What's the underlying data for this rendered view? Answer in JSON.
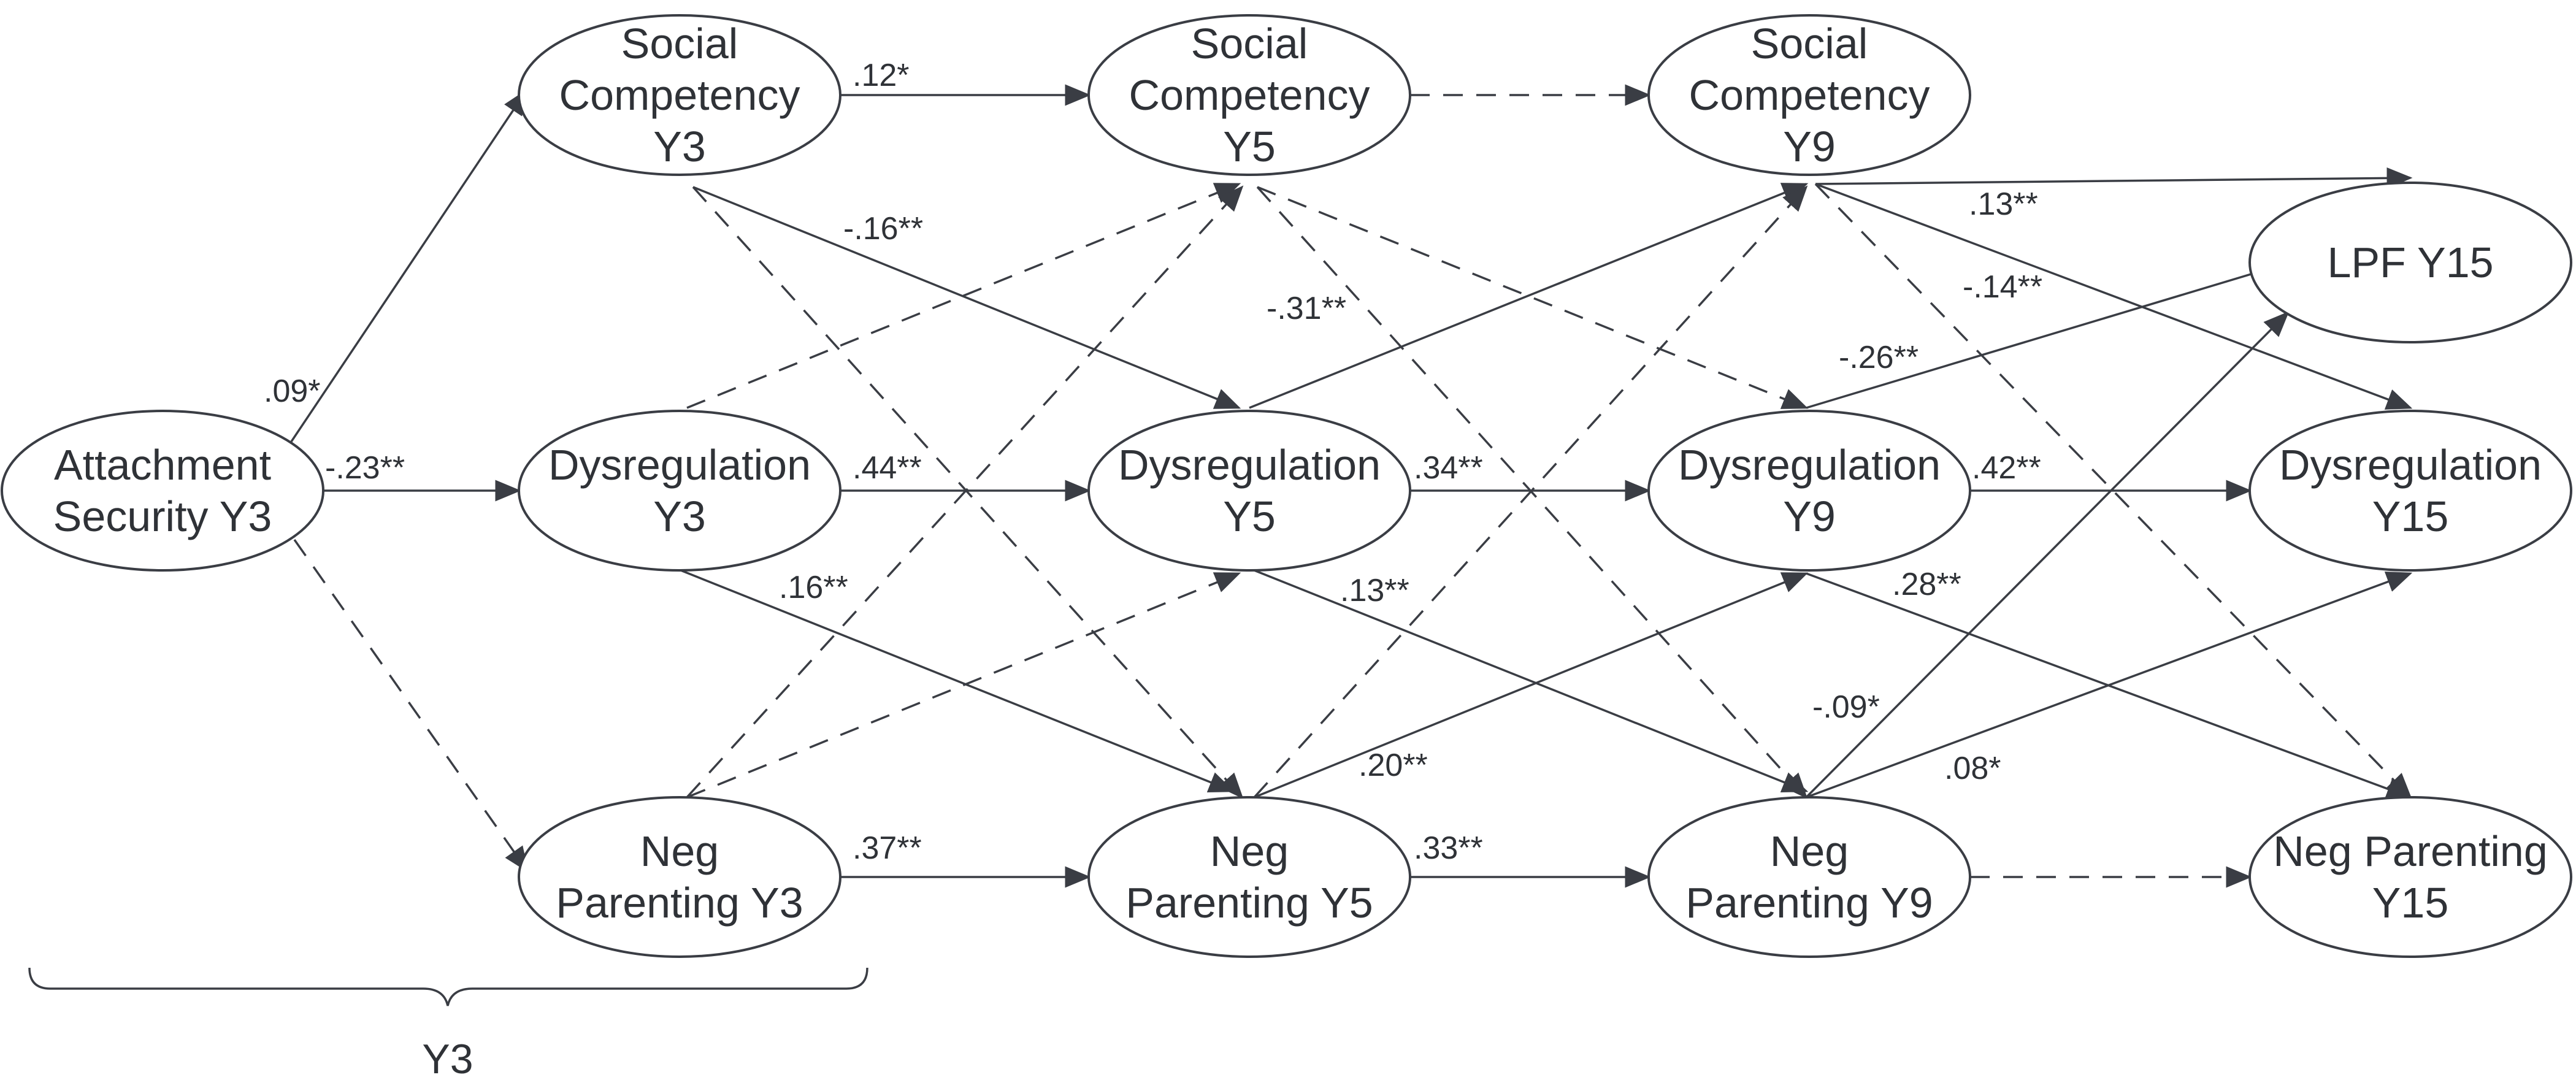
{
  "nodes": {
    "attach_y3": {
      "lines": [
        "Attachment",
        "Security Y3"
      ]
    },
    "sc_y3": {
      "lines": [
        "Social",
        "Competency",
        "Y3"
      ]
    },
    "dys_y3": {
      "lines": [
        "Dysregulation",
        "Y3"
      ]
    },
    "np_y3": {
      "lines": [
        "Neg",
        "Parenting Y3"
      ]
    },
    "sc_y5": {
      "lines": [
        "Social",
        "Competency",
        "Y5"
      ]
    },
    "dys_y5": {
      "lines": [
        "Dysregulation",
        "Y5"
      ]
    },
    "np_y5": {
      "lines": [
        "Neg",
        "Parenting Y5"
      ]
    },
    "sc_y9": {
      "lines": [
        "Social",
        "Competency",
        "Y9"
      ]
    },
    "dys_y9": {
      "lines": [
        "Dysregulation",
        "Y9"
      ]
    },
    "np_y9": {
      "lines": [
        "Neg",
        "Parenting Y9"
      ]
    },
    "lpf_y15": {
      "lines": [
        "LPF Y15"
      ]
    },
    "dys_y15": {
      "lines": [
        "Dysregulation",
        "Y15"
      ]
    },
    "np_y15": {
      "lines": [
        "Neg Parenting",
        "Y15"
      ]
    }
  },
  "edges": [
    {
      "id": "attach-sc3",
      "from": "attach_y3",
      "to": "sc_y3",
      "style": "solid",
      "label": ".09*"
    },
    {
      "id": "attach-dys3",
      "from": "attach_y3",
      "to": "dys_y3",
      "style": "solid",
      "label": "-.23**"
    },
    {
      "id": "attach-np3",
      "from": "attach_y3",
      "to": "np_y3",
      "style": "dashed",
      "label": ""
    },
    {
      "id": "sc3-sc5",
      "from": "sc_y3",
      "to": "sc_y5",
      "style": "solid",
      "label": ".12*"
    },
    {
      "id": "sc3-dys5",
      "from": "sc_y3",
      "to": "dys_y5",
      "style": "solid",
      "label": "-.16**"
    },
    {
      "id": "sc3-np5",
      "from": "sc_y3",
      "to": "np_y5",
      "style": "dashed",
      "label": ""
    },
    {
      "id": "dys3-sc5",
      "from": "dys_y3",
      "to": "sc_y5",
      "style": "dashed",
      "label": ""
    },
    {
      "id": "dys3-dys5",
      "from": "dys_y3",
      "to": "dys_y5",
      "style": "solid",
      "label": ".44**"
    },
    {
      "id": "dys3-np5",
      "from": "dys_y3",
      "to": "np_y5",
      "style": "solid",
      "label": ".16**"
    },
    {
      "id": "np3-sc5",
      "from": "np_y3",
      "to": "sc_y5",
      "style": "dashed",
      "label": ""
    },
    {
      "id": "np3-dys5",
      "from": "np_y3",
      "to": "dys_y5",
      "style": "dashed",
      "label": ""
    },
    {
      "id": "np3-np5",
      "from": "np_y3",
      "to": "np_y5",
      "style": "solid",
      "label": ".37**"
    },
    {
      "id": "sc5-sc9",
      "from": "sc_y5",
      "to": "sc_y9",
      "style": "dashed",
      "label": ""
    },
    {
      "id": "sc5-dys9",
      "from": "sc_y5",
      "to": "dys_y9",
      "style": "dashed",
      "label": ""
    },
    {
      "id": "sc5-np9",
      "from": "sc_y5",
      "to": "np_y9",
      "style": "dashed",
      "label": ""
    },
    {
      "id": "dys5-sc9",
      "from": "dys_y5",
      "to": "sc_y9",
      "style": "solid",
      "label": "-.31**"
    },
    {
      "id": "dys5-dys9",
      "from": "dys_y5",
      "to": "dys_y9",
      "style": "solid",
      "label": ".34**"
    },
    {
      "id": "dys5-np9",
      "from": "dys_y5",
      "to": "np_y9",
      "style": "solid",
      "label": ".13**"
    },
    {
      "id": "np5-sc9",
      "from": "np_y5",
      "to": "sc_y9",
      "style": "dashed",
      "label": ""
    },
    {
      "id": "np5-dys9",
      "from": "np_y5",
      "to": "dys_y9",
      "style": "solid",
      "label": ".20**"
    },
    {
      "id": "np5-np9",
      "from": "np_y5",
      "to": "np_y9",
      "style": "solid",
      "label": ".33**"
    },
    {
      "id": "sc9-lpf15",
      "from": "sc_y9",
      "to": "lpf_y15",
      "style": "solid",
      "label": ".13**"
    },
    {
      "id": "sc9-dys15",
      "from": "sc_y9",
      "to": "dys_y15",
      "style": "solid",
      "label": "-.14**"
    },
    {
      "id": "sc9-np15",
      "from": "sc_y9",
      "to": "np_y15",
      "style": "dashed",
      "label": ""
    },
    {
      "id": "dys9-lpf15",
      "from": "dys_y9",
      "to": "lpf_y15",
      "style": "solid",
      "label": "-.26**"
    },
    {
      "id": "dys9-dys15",
      "from": "dys_y9",
      "to": "dys_y15",
      "style": "solid",
      "label": ".42**"
    },
    {
      "id": "dys9-np15",
      "from": "dys_y9",
      "to": "np_y15",
      "style": "solid",
      "label": ".28**"
    },
    {
      "id": "np9-lpf15",
      "from": "np_y9",
      "to": "lpf_y15",
      "style": "solid",
      "label": "-.09*"
    },
    {
      "id": "np9-dys15",
      "from": "np_y9",
      "to": "dys_y15",
      "style": "solid",
      "label": ".08*"
    },
    {
      "id": "np9-np15",
      "from": "np_y9",
      "to": "np_y15",
      "style": "dashed",
      "label": ""
    }
  ],
  "brace": {
    "label": "Y3"
  },
  "colors": {
    "stroke": "#3a3d44",
    "text": "#2f3237",
    "background": "#ffffff"
  }
}
